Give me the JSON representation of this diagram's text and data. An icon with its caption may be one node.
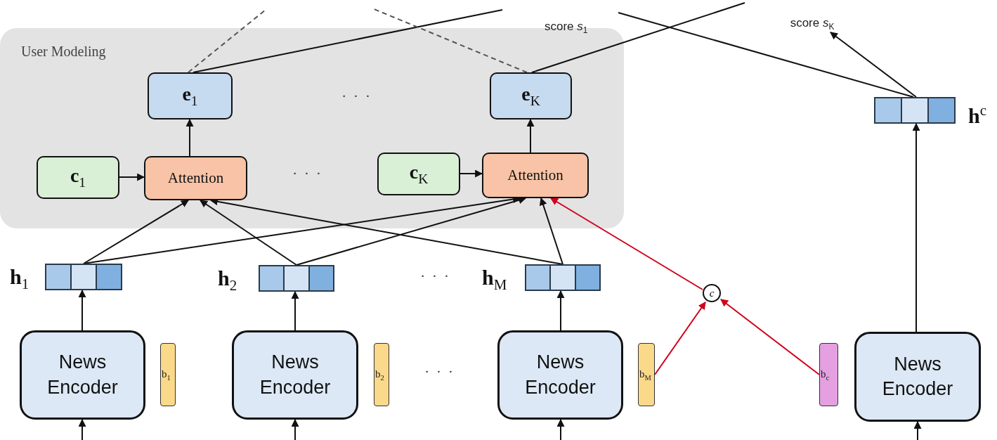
{
  "diagram": {
    "nodes": [
      {
        "text": [
          "User Modeling"
        ]
      },
      {
        "text": [
          "**e**$_{1}$"
        ],
        "in": 0
      },
      {
        "text": [
          "**e**$_{K}$"
        ],
        "in": 0
      },
      {
        "text": [
          "**c**$_{1}$"
        ],
        "in": 0
      },
      {
        "text": [
          "Attention"
        ],
        "in": 0
      },
      {
        "text": [
          "**c**$_{K}$"
        ],
        "in": 0
      },
      {
        "text": [
          "Attention"
        ],
        "in": 0
      },
      {
        "text": [
          "**h**$_{1}$"
        ]
      },
      {
        "text": [
          "**h**$_{2}$"
        ]
      },
      {
        "text": [
          "**h**$_{M}$"
        ]
      },
      {
        "text": [
          "**h**$^{c}$"
        ]
      },
      {
        "text": [
          "News Encoder"
        ]
      },
      {
        "text": [
          "b$_{1}$"
        ]
      },
      {
        "text": [
          "News Encoder"
        ]
      },
      {
        "text": [
          "b$_{2}$"
        ]
      },
      {
        "text": [
          "News Encoder"
        ]
      },
      {
        "text": [
          "b$_{M}$"
        ]
      },
      {
        "text": [
          "c"
        ]
      },
      {
        "text": [
          "b$_{c}$"
        ]
      },
      {
        "text": [
          "News Encoder"
        ]
      },
      {
        "text": [
          "score *s*$_{K}$"
        ]
      }
    ],
    "edges": [
      {
        "from": 3,
        "to": 4,
        "arrow": "to"
      },
      {
        "from": 5,
        "to": 6,
        "arrow": "to"
      },
      {
        "from": 4,
        "to": 1,
        "arrow": "to"
      },
      {
        "from": 6,
        "to": 2,
        "arrow": "to"
      },
      {
        "from": 7,
        "to": 4,
        "arrow": "to"
      },
      {
        "from": 7,
        "to": 6,
        "arrow": "to"
      },
      {
        "from": 8,
        "to": 4,
        "arrow": "to"
      },
      {
        "from": 8,
        "to": 6,
        "arrow": "to"
      },
      {
        "from": 9,
        "to": 4,
        "arrow": "to"
      },
      {
        "from": 9,
        "to": 6,
        "arrow": "to"
      },
      {
        "from": 11,
        "to": 7,
        "arrow": "to"
      },
      {
        "from": 13,
        "to": 8,
        "arrow": "to"
      },
      {
        "from": 15,
        "to": 9,
        "arrow": "to"
      },
      {
        "from": 19,
        "to": 10,
        "arrow": "to"
      },
      {
        "from": 16,
        "to": 17,
        "arrow": "to",
        "color": "#d0021b"
      },
      {
        "from": 18,
        "to": 17,
        "arrow": "to",
        "color": "#d0021b"
      },
      {
        "from": 17,
        "to": 6,
        "arrow": "to",
        "color": "#d0021b"
      },
      {
        "from": 1,
        "to": null,
        "arrow": "none",
        "style": "dashed"
      },
      {
        "from": 1,
        "to": null,
        "arrow": "none"
      },
      {
        "from": 2,
        "to": null,
        "arrow": "none",
        "style": "dashed"
      },
      {
        "from": 2,
        "to": null,
        "arrow": "none"
      },
      {
        "from": 10,
        "to": null,
        "arrow": "none"
      },
      {
        "from": 10,
        "to": 20,
        "arrow": "to"
      },
      {
        "from": null,
        "to": 11,
        "arrow": "to"
      },
      {
        "from": null,
        "to": 13,
        "arrow": "to"
      },
      {
        "from": null,
        "to": 15,
        "arrow": "to"
      },
      {
        "from": null,
        "to": 19,
        "arrow": "to"
      }
    ],
    "labels": [
      "score *s*$_{1}$",
      "· · ·",
      "· · ·",
      "· · ·",
      "· · ·"
    ]
  }
}
